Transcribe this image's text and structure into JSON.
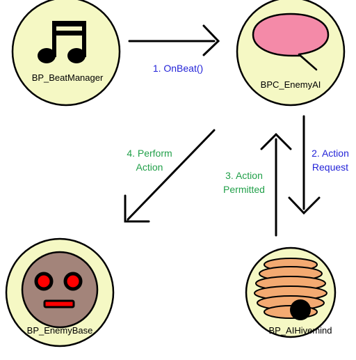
{
  "nodes": {
    "beat_manager": {
      "label": "BP_BeatManager",
      "icon": "music-note-icon"
    },
    "enemy_ai": {
      "label": "BPC_EnemyAI",
      "icon": "speech-bubble-icon"
    },
    "ai_hivemind": {
      "label": "BP_AIHivemind",
      "icon": "beehive-icon"
    },
    "enemy_base": {
      "label": "BP_EnemyBase",
      "icon": "enemy-face-icon"
    }
  },
  "steps": {
    "on_beat": {
      "line1": "1. OnBeat()",
      "color": "#2323d8"
    },
    "action_request": {
      "line1": "2. Action",
      "line2": "Request",
      "color": "#2323d8"
    },
    "action_permitted": {
      "line1": "3. Action",
      "line2": "Permitted",
      "color": "#22a04a"
    },
    "perform_action": {
      "line1": "4. Perform",
      "line2": "Action",
      "color": "#22a04a"
    }
  },
  "colors": {
    "node_fill": "#f5f8c4",
    "bubble_pink": "#f48aa8",
    "hive_orange": "#f3aa72",
    "face_brown": "#a3847a",
    "eye_red": "#ff0000"
  }
}
